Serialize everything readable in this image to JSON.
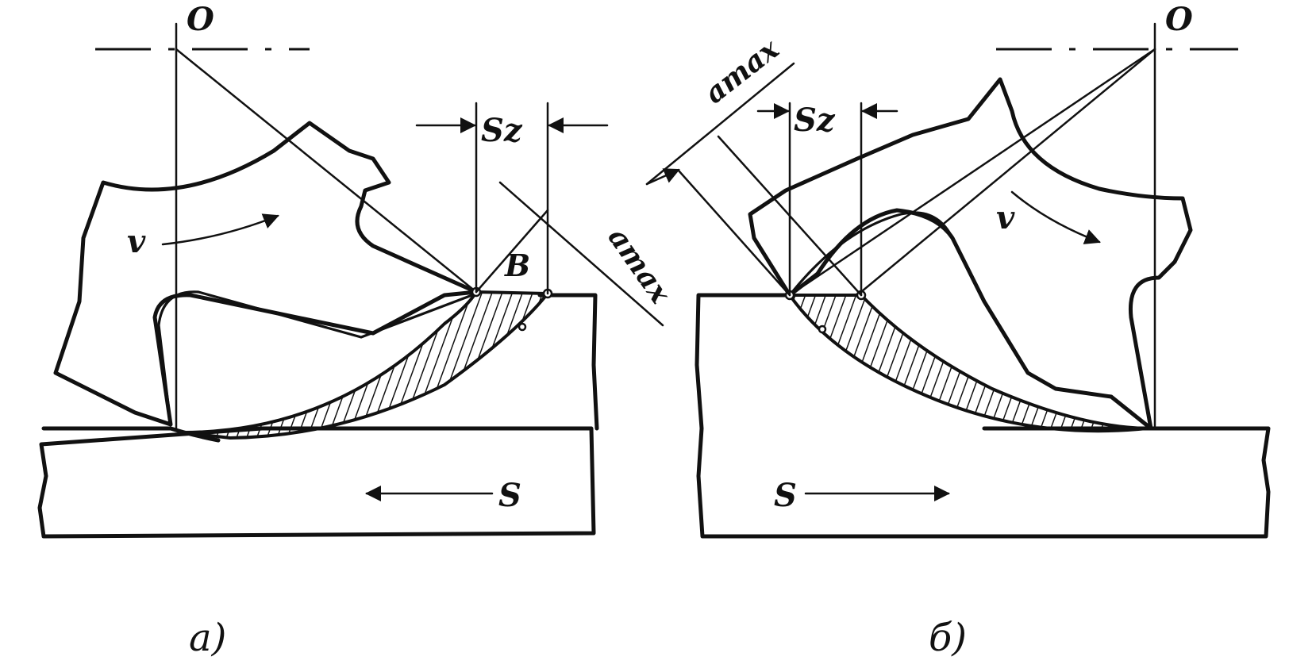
{
  "panel_a": {
    "caption": "a)",
    "center_label": "O",
    "feed_per_tooth_label": "Sz",
    "velocity_label": "v",
    "width_label": "B",
    "max_thickness_label": "amax",
    "feed_label": "S"
  },
  "panel_b": {
    "caption": "б)",
    "center_label": "O",
    "feed_per_tooth_label": "Sz",
    "velocity_label": "v",
    "max_thickness_label": "amax",
    "feed_label": "S"
  }
}
